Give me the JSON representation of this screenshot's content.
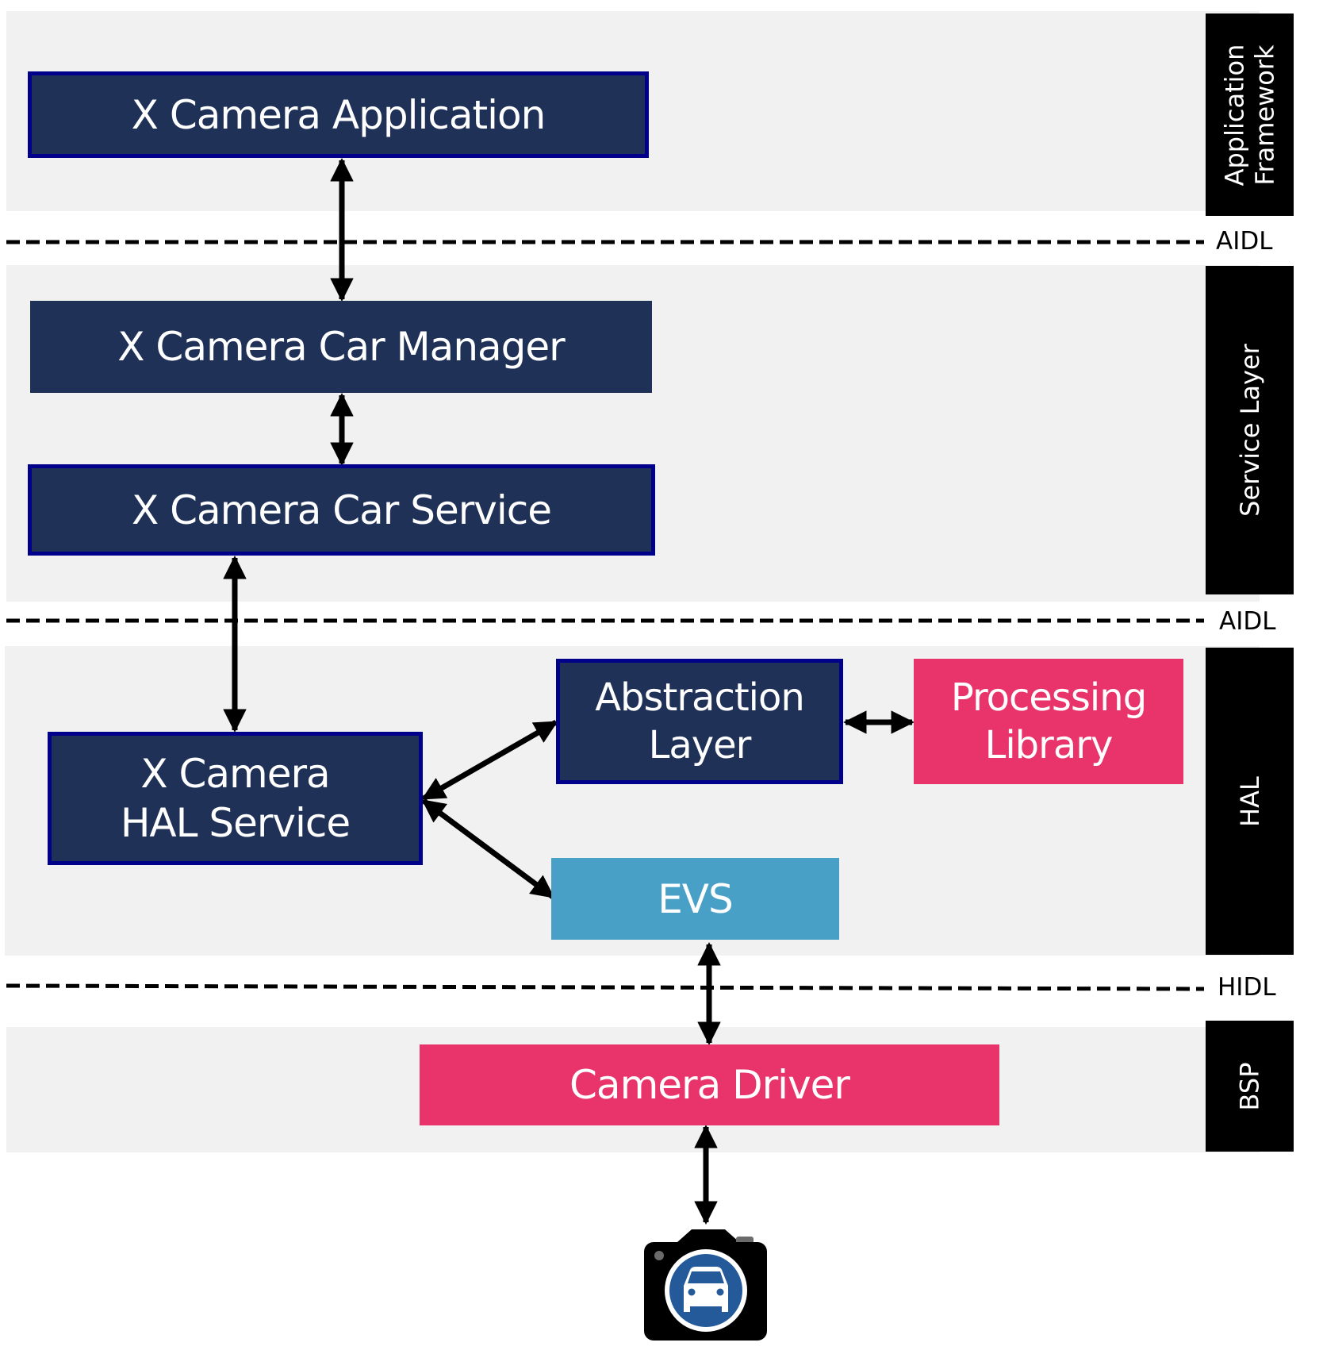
{
  "layers": [
    {
      "id": "app",
      "label": "Application\nFramework"
    },
    {
      "id": "service",
      "label": "Service Layer"
    },
    {
      "id": "hal",
      "label": "HAL"
    },
    {
      "id": "bsp",
      "label": "BSP"
    }
  ],
  "interfaces": {
    "aidl_1": "AIDL",
    "aidl_2": "AIDL",
    "hidl": "HIDL"
  },
  "components": {
    "camera_application": "X Camera Application",
    "car_manager": "X Camera Car Manager",
    "car_service": "X Camera Car Service",
    "hal_service": "X Camera\nHAL Service",
    "abstraction_layer": "Abstraction\nLayer",
    "processing_library": "Processing\nLibrary",
    "evs": "EVS",
    "camera_driver": "Camera Driver"
  },
  "icons": {
    "camera": "camera-with-car-icon"
  },
  "colors": {
    "navy_fill": "#203158",
    "navy_border": "#00008b",
    "pink": "#e8346a",
    "teal": "#49a0c7",
    "band_gray": "#f1f1f1",
    "camera_blue": "#245a9a"
  },
  "connections": [
    {
      "from": "camera_application",
      "to": "car_manager",
      "type": "bidirectional"
    },
    {
      "from": "car_manager",
      "to": "car_service",
      "type": "bidirectional"
    },
    {
      "from": "car_service",
      "to": "hal_service",
      "type": "bidirectional"
    },
    {
      "from": "hal_service",
      "to": "abstraction_layer",
      "type": "bidirectional"
    },
    {
      "from": "hal_service",
      "to": "evs",
      "type": "bidirectional"
    },
    {
      "from": "abstraction_layer",
      "to": "processing_library",
      "type": "bidirectional"
    },
    {
      "from": "evs",
      "to": "camera_driver",
      "type": "bidirectional"
    },
    {
      "from": "camera_driver",
      "to": "camera",
      "type": "bidirectional"
    }
  ]
}
